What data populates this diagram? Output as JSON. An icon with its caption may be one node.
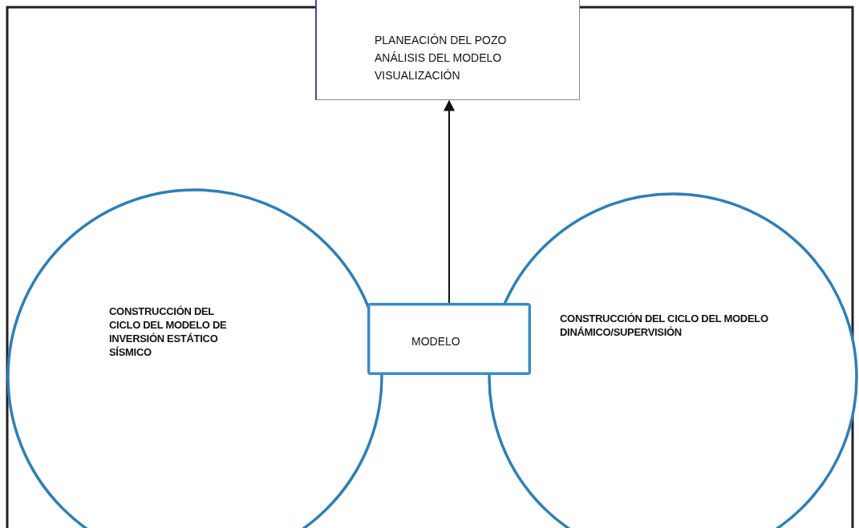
{
  "diagram": {
    "nodes": [
      {
        "text": [
          "PLANEACIÓN DEL POZO",
          "ANÁLISIS DEL MODELO",
          "VISUALIZACIÓN"
        ]
      },
      {
        "text": [
          "CONSTRUCCIÓN DEL CICLO DEL MODELO DE INVERSIÓN ESTÁTICO SÍSMICO"
        ]
      },
      {
        "text": [
          "MODELO"
        ]
      },
      {
        "text": [
          "CONSTRUCCIÓN DEL CICLO DEL MODELO DINÁMICO/SUPERVISIÓN"
        ]
      }
    ],
    "edges": [
      {
        "from": 2,
        "to": 0,
        "arrow": "to"
      }
    ]
  }
}
